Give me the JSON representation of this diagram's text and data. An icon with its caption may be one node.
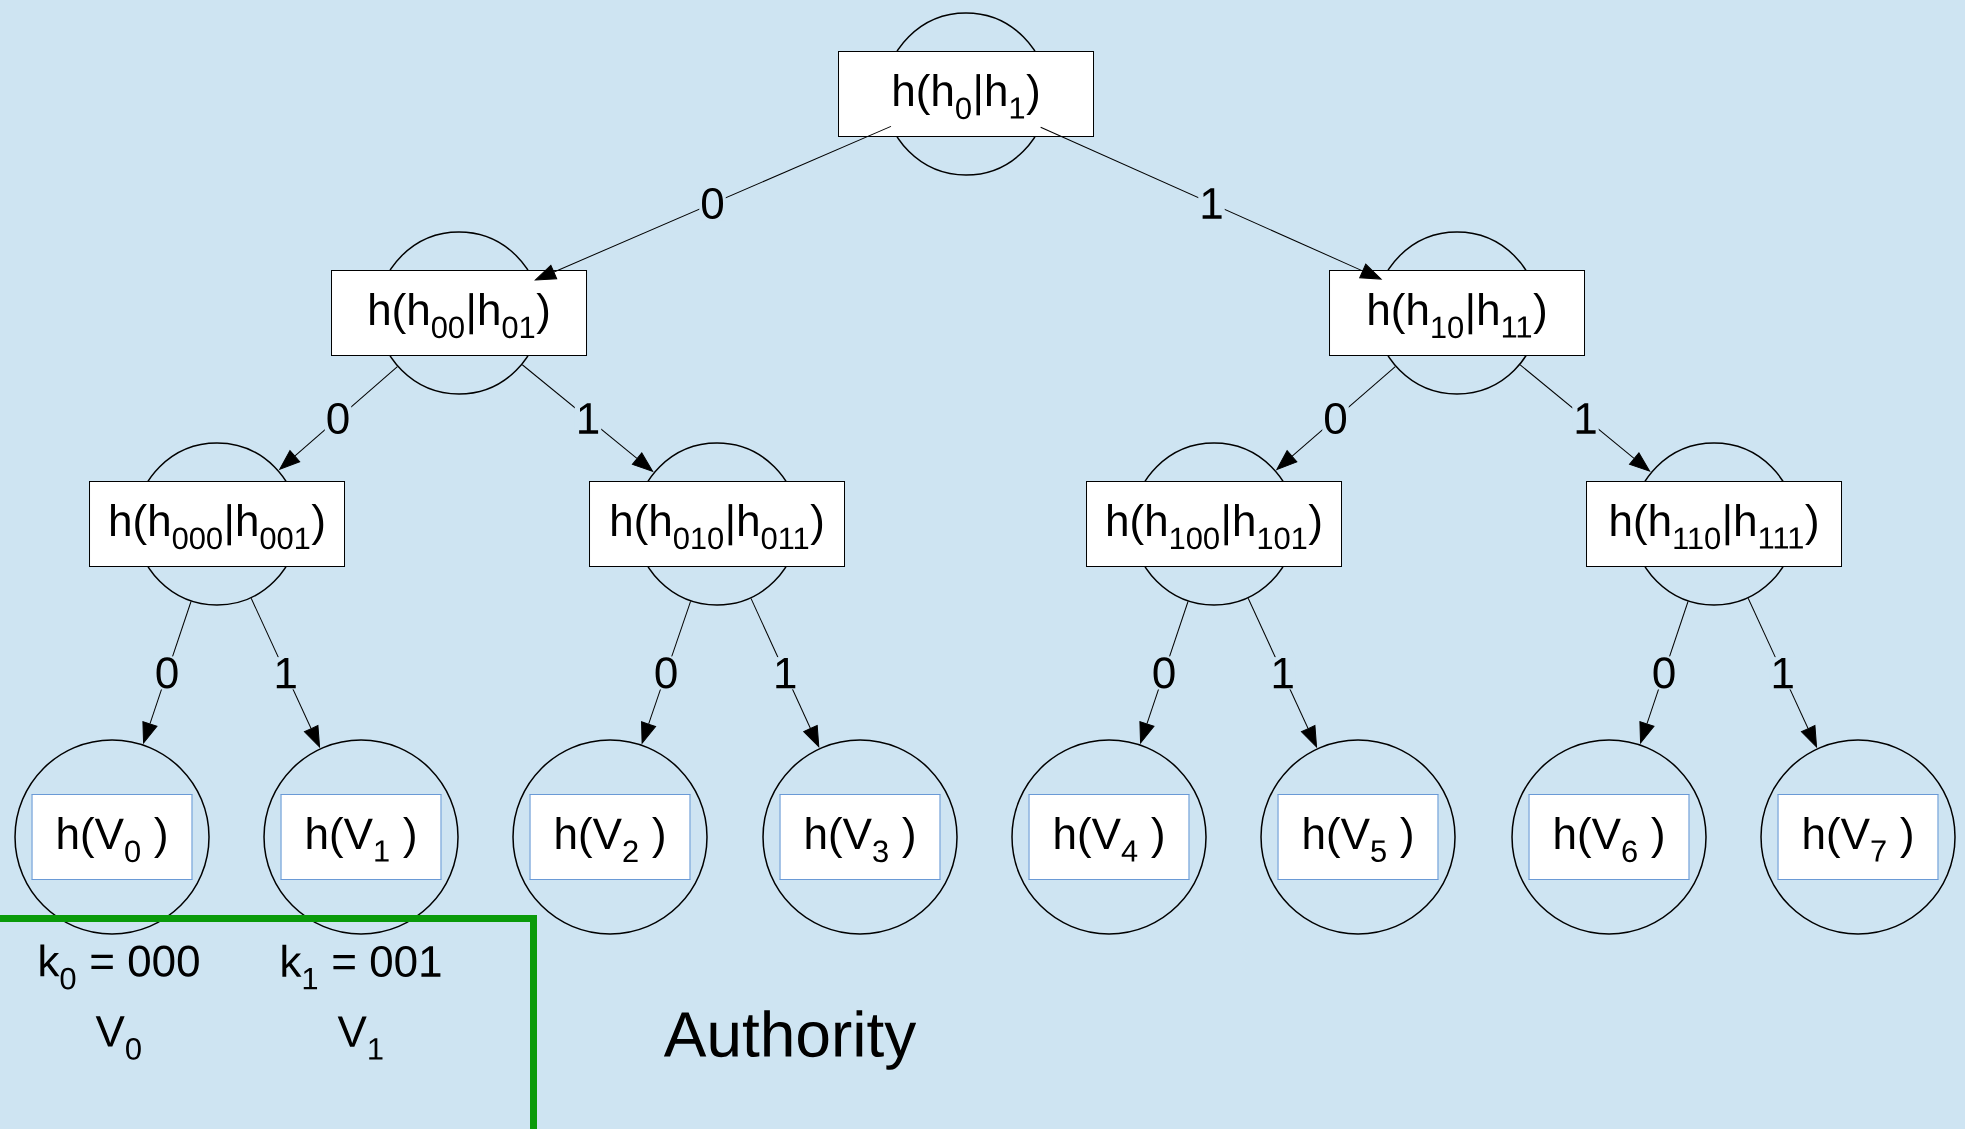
{
  "diagram": {
    "nodes": [
      {
        "text": [
          "h(h$_{0}$|h$_{1}$)"
        ]
      },
      {
        "text": [
          "h(h$_{00}$|h$_{01}$)"
        ]
      },
      {
        "text": [
          "h(h$_{10}$|h$_{11}$)"
        ]
      },
      {
        "text": [
          "h(h$_{000}$|h$_{001}$)"
        ]
      },
      {
        "text": [
          "h(h$_{010}$|h$_{011}$)"
        ]
      },
      {
        "text": [
          "h(h$_{100}$|h$_{101}$)"
        ]
      },
      {
        "text": [
          "h(h$_{110}$|h$_{111}$)"
        ]
      },
      {
        "text": [
          "h(V$_{0}$ )"
        ]
      },
      {
        "text": [
          "h(V$_{1}$ )"
        ]
      },
      {
        "text": [
          "h(V$_{2}$ )"
        ]
      },
      {
        "text": [
          "h(V$_{3}$ )"
        ]
      },
      {
        "text": [
          "h(V$_{4}$ )"
        ]
      },
      {
        "text": [
          "h(V$_{5}$ )"
        ]
      },
      {
        "text": [
          "h(V$_{6}$ )"
        ]
      },
      {
        "text": [
          "h(V$_{7}$ )"
        ]
      },
      {
        "text": [
          "k$_{0}$ = 000",
          "V$_{0}$",
          "k$_{1}$ = 001",
          "V$_{1}$"
        ]
      }
    ],
    "edges": [
      {
        "from": 0,
        "to": 1,
        "arrow": "to",
        "label": "0"
      },
      {
        "from": 0,
        "to": 2,
        "arrow": "to",
        "label": "1"
      },
      {
        "from": 1,
        "to": 3,
        "arrow": "to",
        "label": "0"
      },
      {
        "from": 1,
        "to": 4,
        "arrow": "to",
        "label": "1"
      },
      {
        "from": 2,
        "to": 5,
        "arrow": "to",
        "label": "0"
      },
      {
        "from": 2,
        "to": 6,
        "arrow": "to",
        "label": "1"
      },
      {
        "from": 3,
        "to": 7,
        "arrow": "to",
        "label": "0"
      },
      {
        "from": 3,
        "to": 8,
        "arrow": "to",
        "label": "1"
      },
      {
        "from": 4,
        "to": 9,
        "arrow": "to",
        "label": "0"
      },
      {
        "from": 4,
        "to": 10,
        "arrow": "to",
        "label": "1"
      },
      {
        "from": 5,
        "to": 11,
        "arrow": "to",
        "label": "0"
      },
      {
        "from": 5,
        "to": 12,
        "arrow": "to",
        "label": "1"
      },
      {
        "from": 6,
        "to": 13,
        "arrow": "to",
        "label": "0"
      },
      {
        "from": 6,
        "to": 14,
        "arrow": "to",
        "label": "1"
      }
    ],
    "labels": [
      "Authority"
    ]
  }
}
